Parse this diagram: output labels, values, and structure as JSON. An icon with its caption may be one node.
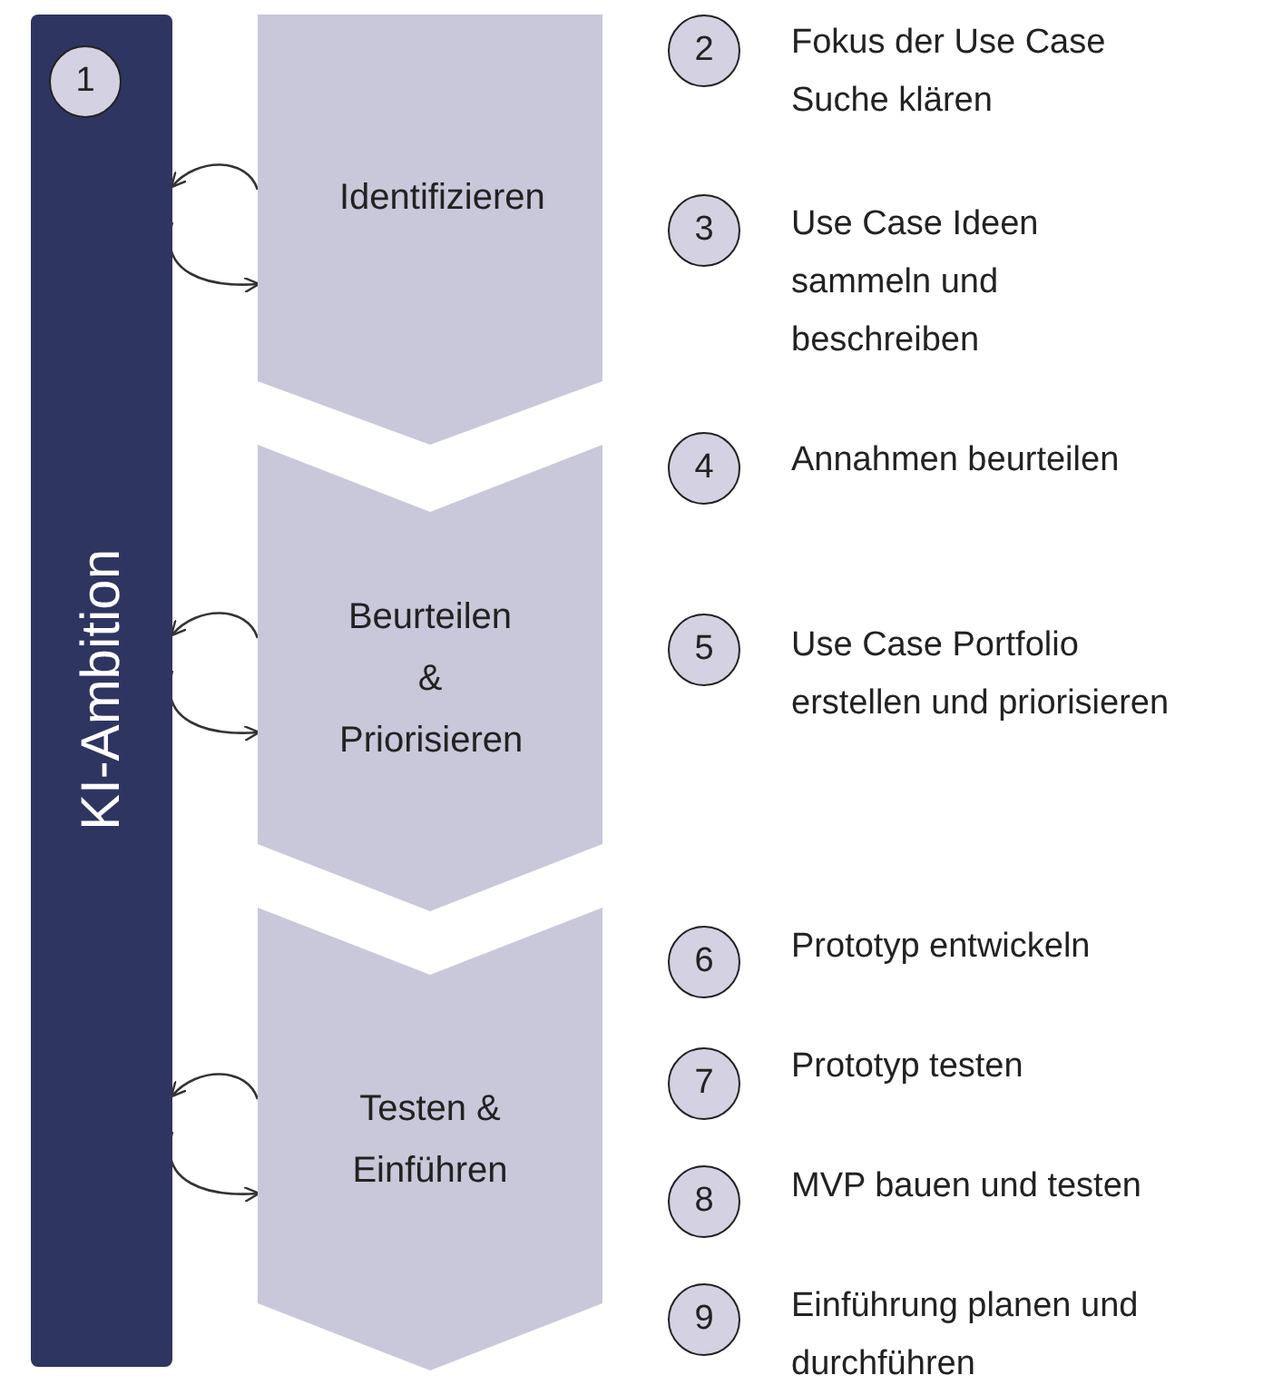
{
  "diagram": {
    "nodes": [
      {
        "text": [
          "KI-Ambition"
        ]
      },
      {
        "text": [
          "1"
        ],
        "in": 0
      },
      {
        "text": [
          "Identifizieren"
        ]
      },
      {
        "text": [
          "Beurteilen & Priorisieren"
        ]
      },
      {
        "text": [
          "Testen & Einführen"
        ]
      },
      {
        "text": [
          "2"
        ],
        "beside": [
          "Fokus der Use Case Suche klären"
        ]
      },
      {
        "text": [
          "3"
        ],
        "beside": [
          "Use Case Ideen sammeln und beschreiben"
        ]
      },
      {
        "text": [
          "4"
        ],
        "beside": [
          "Annahmen beurteilen"
        ]
      },
      {
        "text": [
          "5"
        ],
        "beside": [
          "Use Case Portfolio erstellen und priorisieren"
        ]
      },
      {
        "text": [
          "6"
        ],
        "beside": [
          "Prototyp entwickeln"
        ]
      },
      {
        "text": [
          "7"
        ],
        "beside": [
          "Prototyp testen"
        ]
      },
      {
        "text": [
          "8"
        ],
        "beside": [
          "MVP bauen und testen"
        ]
      },
      {
        "text": [
          "9"
        ],
        "beside": [
          "Einführung planen und durchführen"
        ]
      }
    ],
    "edges": [
      {
        "from": 2,
        "to": 0,
        "arrow": "to"
      },
      {
        "from": 0,
        "to": 2,
        "arrow": "to"
      },
      {
        "from": 3,
        "to": 0,
        "arrow": "to"
      },
      {
        "from": 0,
        "to": 3,
        "arrow": "to"
      },
      {
        "from": 4,
        "to": 0,
        "arrow": "to"
      },
      {
        "from": 0,
        "to": 4,
        "arrow": "to"
      }
    ]
  }
}
